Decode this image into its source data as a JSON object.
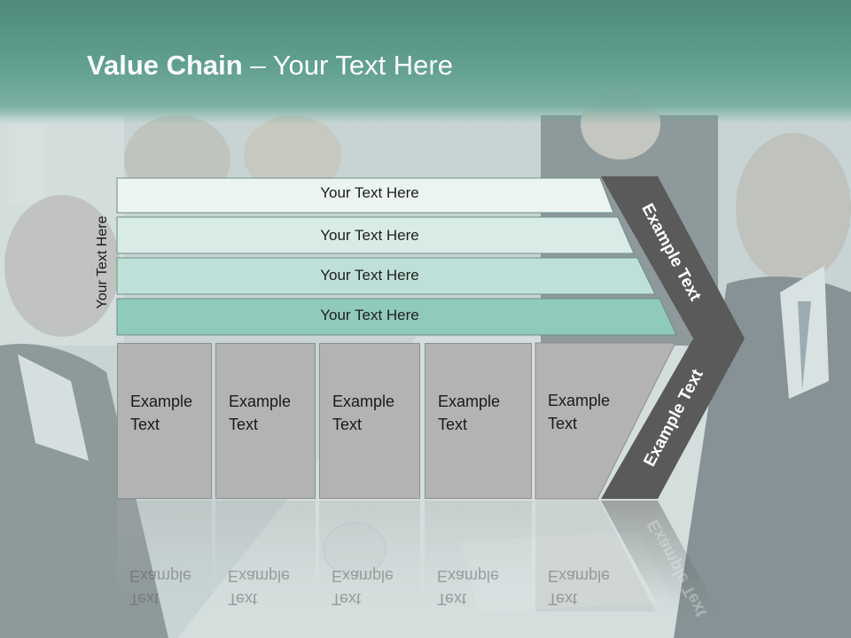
{
  "slide": {
    "title_bold": "Value Chain",
    "title_rest": " – Your Text Here",
    "side_label": "Your Text Here",
    "rows": [
      {
        "label": "Your Text Here",
        "color": "#ecf4f2"
      },
      {
        "label": "Your Text Here",
        "color": "#d9ebe6"
      },
      {
        "label": "Your Text Here",
        "color": "#bfe0d8"
      },
      {
        "label": "Your Text Here",
        "color": "#8fcabb"
      }
    ],
    "cards": [
      {
        "line1": "Example",
        "line2": "Text"
      },
      {
        "line1": "Example",
        "line2": "Text"
      },
      {
        "line1": "Example",
        "line2": "Text"
      },
      {
        "line1": "Example",
        "line2": "Text"
      },
      {
        "line1": "Example",
        "line2": "Text"
      }
    ],
    "chevron_top": "Example Text",
    "chevron_bottom": "Example Text",
    "colors": {
      "header": "#5f9d8e",
      "chevron": "#5a5a5a",
      "card": "#b3b3b3"
    }
  }
}
